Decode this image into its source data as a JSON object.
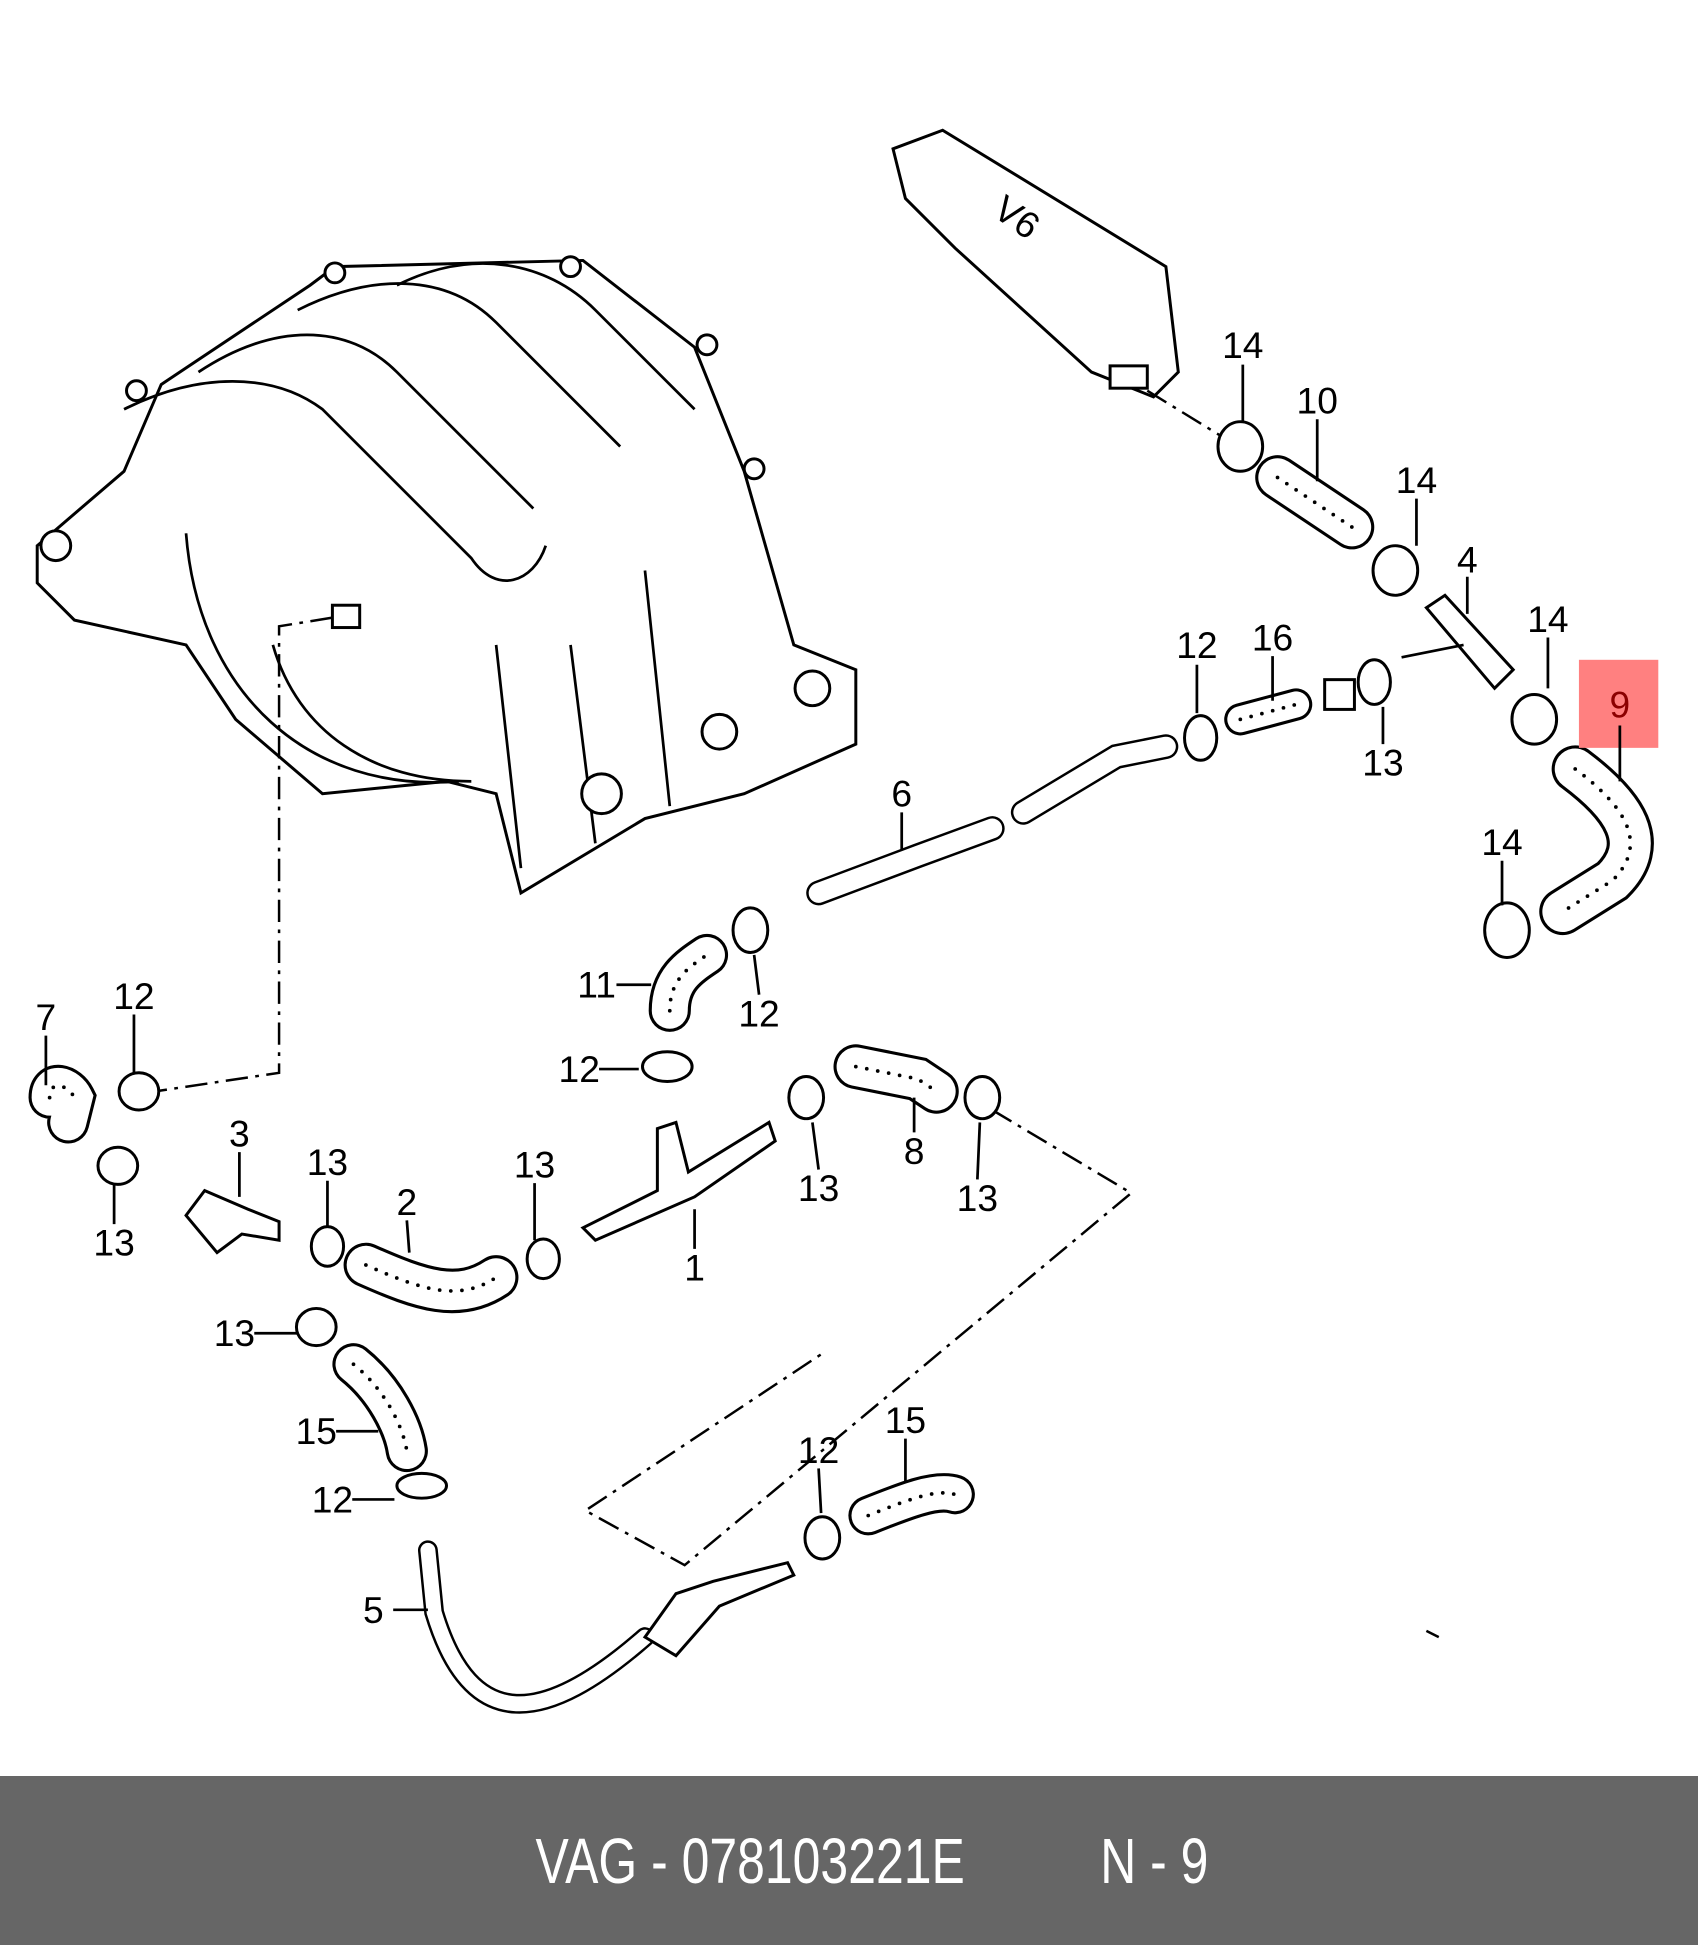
{
  "diagram": {
    "engine_cover_text": "V6",
    "highlight_color": "#ff8080",
    "highlighted_part": "9",
    "labels": [
      "14",
      "10",
      "14",
      "4",
      "14",
      "9",
      "16",
      "12",
      "13",
      "6",
      "14",
      "11",
      "12",
      "12",
      "7",
      "12",
      "3",
      "13",
      "2",
      "13",
      "13",
      "1",
      "13",
      "8",
      "13",
      "13",
      "15",
      "12",
      "15",
      "12",
      "5"
    ]
  },
  "footer": {
    "part_number": "VAG - 078103221E",
    "position": "N - 9",
    "background": "#666666"
  }
}
